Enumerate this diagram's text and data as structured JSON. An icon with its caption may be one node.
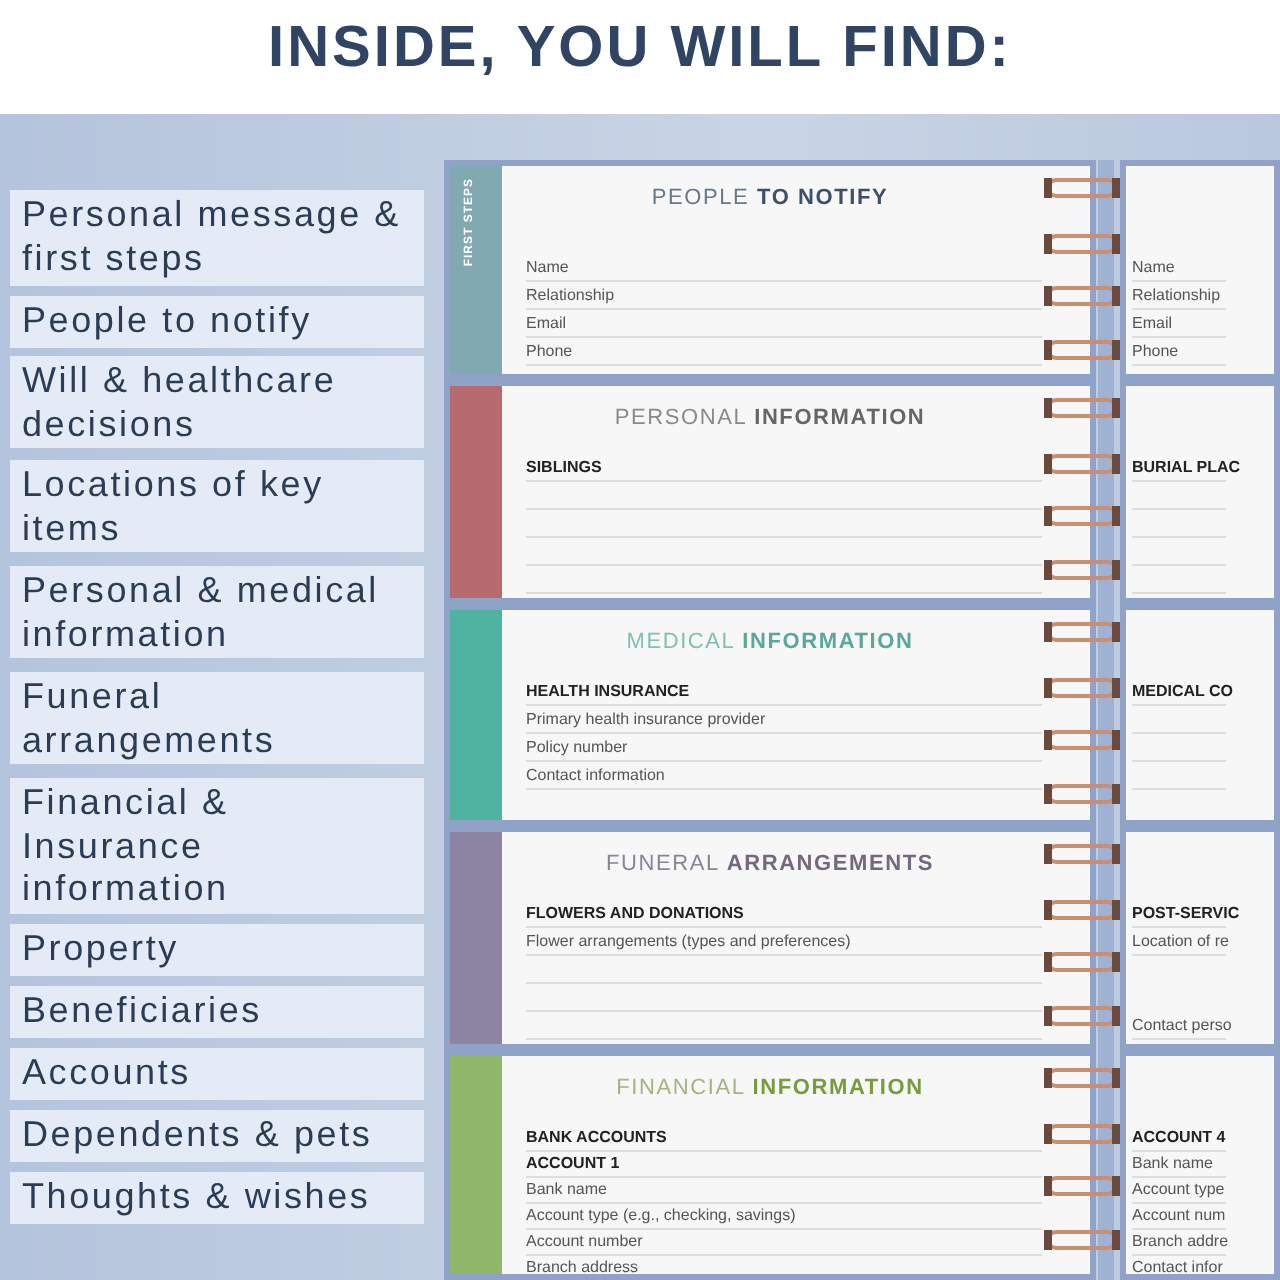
{
  "diagram": {
    "title": "INSIDE, YOU WILL FIND:",
    "nodes": [
      {
        "text": [
          "Personal message & first steps"
        ]
      },
      {
        "text": [
          "People to notify"
        ]
      },
      {
        "text": [
          "Will & healthcare decisions"
        ]
      },
      {
        "text": [
          "Locations of key items"
        ]
      },
      {
        "text": [
          "Personal & medical information"
        ]
      },
      {
        "text": [
          "Funeral arrangements"
        ]
      },
      {
        "text": [
          "Financial & Insurance information"
        ]
      },
      {
        "text": [
          "Property"
        ]
      },
      {
        "text": [
          "Beneficiaries"
        ]
      },
      {
        "text": [
          "Accounts"
        ]
      },
      {
        "text": [
          "Dependents & pets"
        ]
      },
      {
        "text": [
          "Thoughts & wishes"
        ]
      },
      {
        "text": [
          "FIRST STEPS",
          "PEOPLE **TO NOTIFY**",
          "Name",
          "Relationship",
          "Email",
          "Phone"
        ]
      },
      {
        "text": [
          "Name",
          "Relationship",
          "Email",
          "Phone"
        ]
      },
      {
        "text": [
          "PERSONAL **INFORMATION**",
          "SIBLINGS"
        ]
      },
      {
        "text": [
          "BURIAL PLAC"
        ]
      },
      {
        "text": [
          "MEDICAL **INFORMATION**",
          "HEALTH INSURANCE",
          "Primary health insurance provider",
          "Policy number",
          "Contact information"
        ]
      },
      {
        "text": [
          "MEDICAL CO"
        ]
      },
      {
        "text": [
          "FUNERAL **ARRANGEMENTS**",
          "FLOWERS AND DONATIONS",
          "Flower arrangements (types and preferences)"
        ]
      },
      {
        "text": [
          "POST-SERVIC",
          "Location of re",
          "Contact perso"
        ]
      },
      {
        "text": [
          "FINANCIAL **INFORMATION**",
          "BANK ACCOUNTS",
          "ACCOUNT 1",
          "Bank name",
          "Account type (e.g., checking, savings)",
          "Account number",
          "Branch address"
        ]
      },
      {
        "text": [
          "ACCOUNT 4",
          "Bank name",
          "Account type",
          "Account num",
          "Branch addre",
          "Contact infor"
        ]
      }
    ]
  }
}
